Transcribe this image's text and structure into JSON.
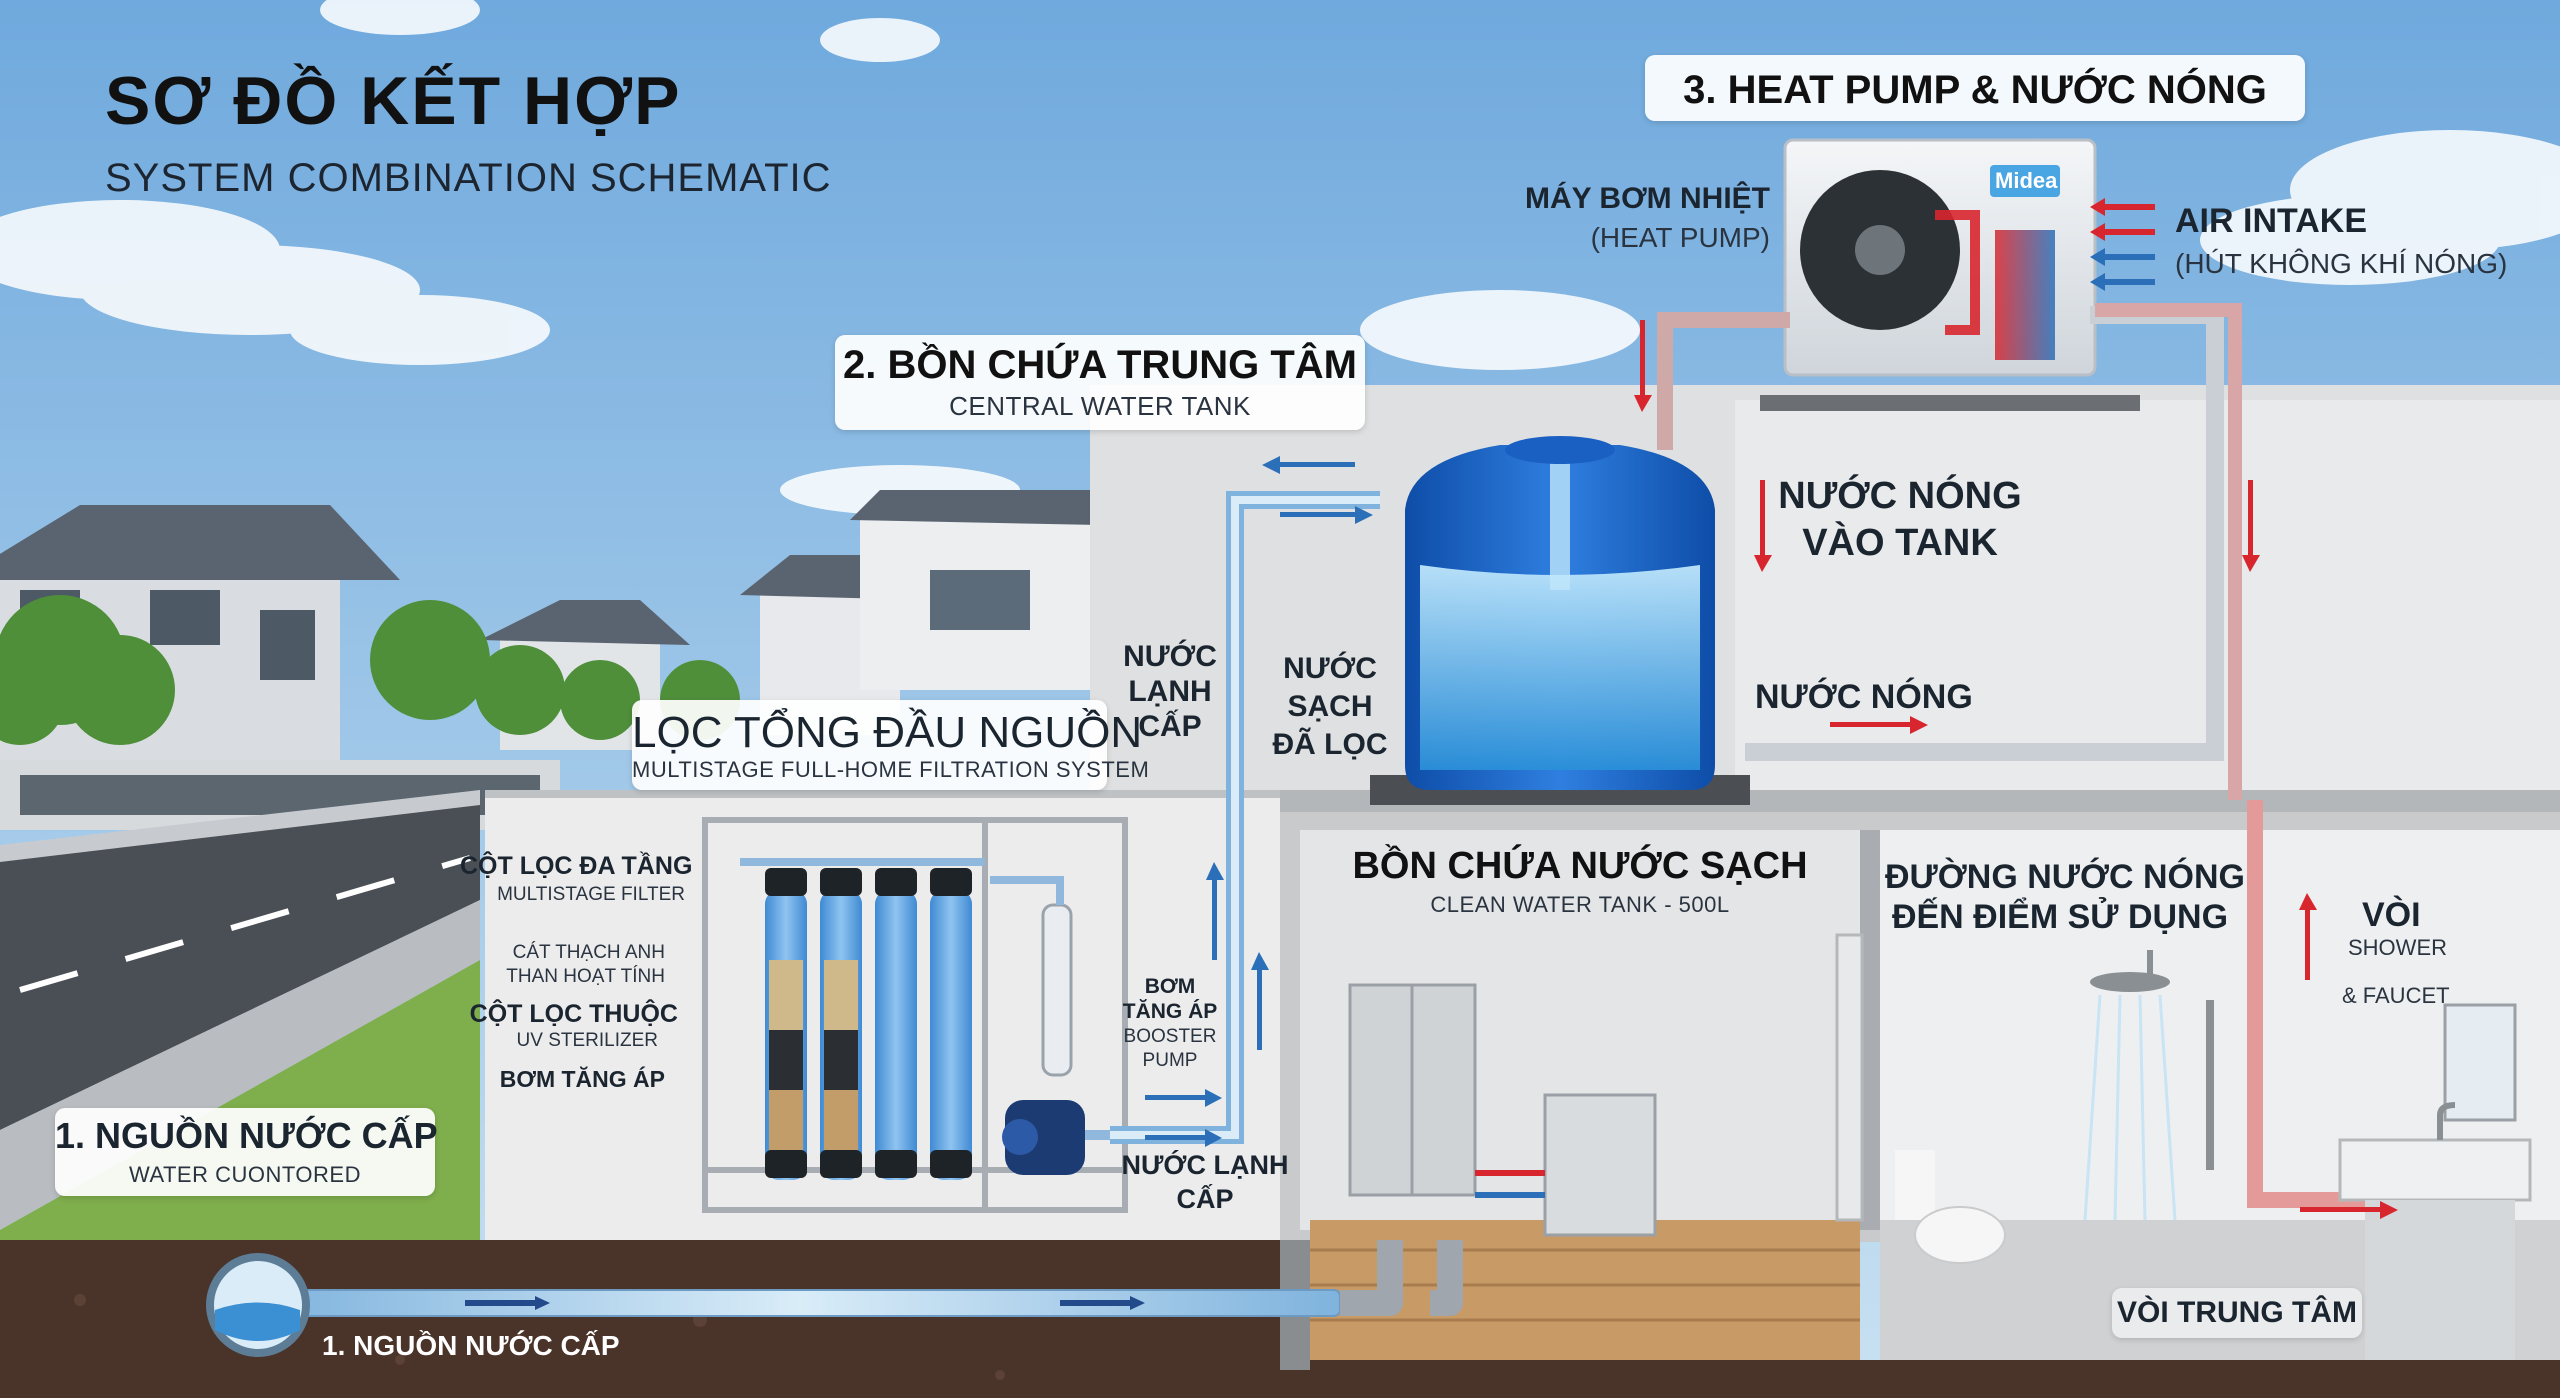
{
  "title": {
    "main": "SƠ ĐỒ KẾT HỢP",
    "sub": "SYSTEM COMBINATION SCHEMATIC"
  },
  "heat_pump_section": {
    "title": "3. HEAT PUMP & NƯỚC NÓNG",
    "unit_label": "MÁY BƠM NHIỆT",
    "unit_sub": "(HEAT PUMP)",
    "brand": "Midea",
    "air_intake": "AIR INTAKE",
    "air_intake_sub": "(HÚT KHÔNG KHÍ NÓNG)"
  },
  "central_tank_section": {
    "title": "2. BỒN CHỨA TRUNG TÂM",
    "sub": "CENTRAL WATER TANK",
    "cold_supply_l1": "NƯỚC",
    "cold_supply_l2": "LẠNH",
    "cold_supply_l3": "CẤP",
    "clean_l1": "NƯỚC",
    "clean_l2": "SẠCH",
    "clean_l3": "ĐÃ LỌC",
    "hot_into_l1": "NƯỚC NÓNG",
    "hot_into_l2": "VÀO TANK",
    "hot_water": "NƯỚC NÓNG"
  },
  "filter_section": {
    "title": "LỌC TỔNG ĐẦU NGUỒN",
    "sub": "MULTISTAGE FULL-HOME FILTRATION SYSTEM",
    "multistage": "CỘT LỌC ĐA TẦNG",
    "multistage_sub": "MULTISTAGE FILTER",
    "sand_l1": "CÁT THẠCH ANH",
    "sand_l2": "THAN HOẠT TÍNH",
    "uv": "CỘT LỌC THUỘC",
    "uv_sub": "UV STERILIZER",
    "pump": "BƠM TĂNG ÁP",
    "booster_l1": "BƠM",
    "booster_l2": "TĂNG ÁP",
    "booster_l3": "BOOSTER",
    "booster_l4": "PUMP",
    "cold_out_l1": "NƯỚC LẠNH",
    "cold_out_l2": "CẤP"
  },
  "source_section": {
    "title": "1. NGUỒN NƯỚC CẤP",
    "sub": "WATER CUONTORED",
    "pipe_label": "1. NGUỒN NƯỚC CẤP"
  },
  "clean_tank_room": {
    "title": "BỒN CHỨA NƯỚC SẠCH",
    "sub": "CLEAN WATER TANK - 500L"
  },
  "bathroom": {
    "hot_route_l1": "ĐƯỜNG NƯỚC NÓNG",
    "hot_route_l2": "ĐẾN ĐIỂM SỬ DỤNG",
    "tap": "VÒI",
    "shower": "SHOWER",
    "faucet": "& FAUCET",
    "central_tap": "VÒI TRUNG TÂM"
  },
  "colors": {
    "hot": "#d8262e",
    "cold": "#2a6fb8",
    "sky": "#8fbde6",
    "soil": "#4a3328"
  }
}
